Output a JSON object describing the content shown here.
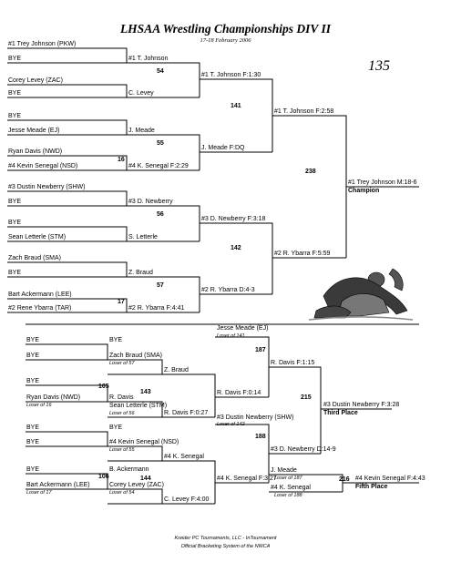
{
  "header": {
    "title": "LHSAA Wrestling Championships DIV II",
    "date": "17-18 February 2006",
    "weight_class": "135"
  },
  "championship": {
    "round1": [
      "#1 Trey Johnson (PKW)",
      "BYE",
      "Corey Levey (ZAC)",
      "BYE",
      "BYE",
      "Jesse Meade (EJ)",
      "Ryan Davis (NWD)",
      "#4 Kevin Senegal (NSD)",
      "#3 Dustin Newberry (SHW)",
      "BYE",
      "BYE",
      "Sean Letterle (STM)",
      "Zach Braud (SMA)",
      "BYE",
      "Bart Ackermann (LEE)",
      "#2 Rene Ybarra (TAR)"
    ],
    "round2": [
      "#1 T. Johnson",
      "C. Levey",
      "J. Meade",
      "#4 K. Senegal F:2:29",
      "#3 D. Newberry",
      "S. Letterle",
      "Z. Braud",
      "#2 R. Ybarra F:4:41"
    ],
    "round2_bouts": [
      "54",
      "55",
      "56",
      "57"
    ],
    "round2_bouts_pre": [
      "16",
      "17"
    ],
    "quarters": [
      "#1 T. Johnson F:1:30",
      "J. Meade F:DQ",
      "#3 D. Newberry F:3:18",
      "#2 R. Ybarra D:4-3"
    ],
    "quarters_bouts": [
      "141",
      "142"
    ],
    "semis": [
      "#1 T. Johnson F:2:58",
      "#2 R. Ybarra F:5:59"
    ],
    "final_bout": "238",
    "champion": "#1 Trey Johnson M:18-6",
    "champion_label": "Champion"
  },
  "consolation": {
    "r1": [
      "BYE",
      "BYE",
      "BYE",
      "Ryan Davis (NWD)",
      "BYE",
      "BYE",
      "BYE",
      "Bart Ackermann (LEE)"
    ],
    "r1_losers": [
      "Loser of  16",
      "Loser of  17"
    ],
    "r2": [
      "BYE",
      "Zach Braud (SMA)",
      "R. Davis",
      "Sean Letterle (STM)",
      "BYE",
      "#4 Kevin Senegal (NSD)",
      "B. Ackermann",
      "Corey Levey (ZAC)"
    ],
    "r2_losers": [
      "Loser of  57",
      "Loser of  56",
      "Loser of  55",
      "Loser of  54"
    ],
    "r2_bouts": [
      "105",
      "106"
    ],
    "r3": [
      "Z. Braud",
      "R. Davis F:0:27",
      "#4 K. Senegal",
      "C. Levey F:4:00"
    ],
    "r3_bouts": [
      "143",
      "144"
    ],
    "r3_winners": [
      "R. Davis F:0:14",
      "#4 K. Senegal F:3:27"
    ],
    "drop_in": [
      "Jesse Meade (EJ)",
      "#3 Dustin Newberry (SHW)"
    ],
    "drop_in_losers": [
      "Loser of  141",
      "Loser of  142"
    ],
    "r4_bouts": [
      "187",
      "188"
    ],
    "r4_winners": [
      "R. Davis F:1:15",
      "#3 D. Newberry D:14-9"
    ],
    "third_bout": "215",
    "third_place": "#3 Dustin Newberry F:3:28",
    "third_label": "Third Place",
    "fifth_entrants": [
      "J. Meade",
      "#4 K. Senegal"
    ],
    "fifth_losers": [
      "Loser of  187",
      "Loser of  188"
    ],
    "fifth_bout": "216",
    "fifth_place": "#4 Kevin Senegal F:4:43",
    "fifth_label": "Fifth Place"
  },
  "footer": {
    "line1": "Kreider PC Tournaments, LLC - InTournament",
    "line2": "Official Bracketing System of the NWCA"
  }
}
